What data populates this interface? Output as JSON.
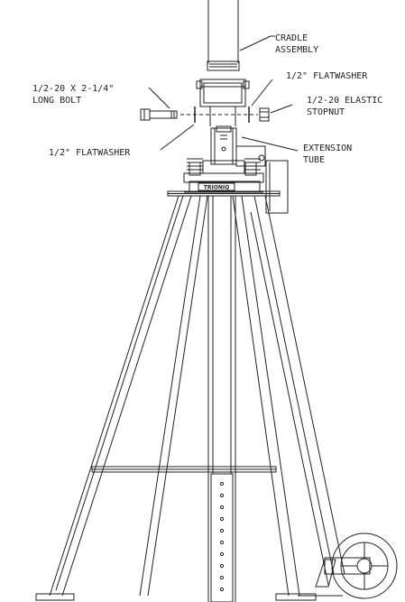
{
  "labels": {
    "cradle_assembly": {
      "line1": "CRADLE",
      "line2": "ASSEMBLY"
    },
    "long_bolt": {
      "line1": "1/2-20 X 2-1/4\"",
      "line2": "LONG BOLT"
    },
    "flatwasher_right": {
      "line1": "1/2\" FLATWASHER"
    },
    "flatwasher_left": {
      "line1": "1/2\" FLATWASHER"
    },
    "stopnut": {
      "line1": "1/2-20 ELASTIC",
      "line2": "STOPNUT"
    },
    "extension_tube": {
      "line1": "EXTENSION",
      "line2": "TUBE"
    },
    "brand_plate": {
      "text": "TRIONIQ"
    }
  },
  "colors": {
    "line": "#222222",
    "background": "#ffffff"
  }
}
